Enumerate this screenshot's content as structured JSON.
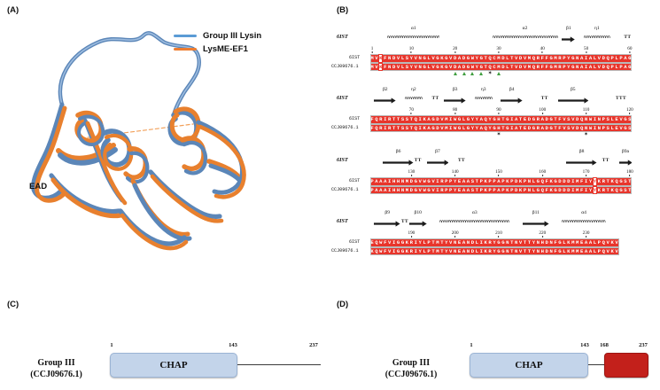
{
  "panels": {
    "a": {
      "label": "(A)"
    },
    "b": {
      "label": "(B)"
    },
    "c": {
      "label": "(C)"
    },
    "d": {
      "label": "(D)"
    }
  },
  "structure": {
    "legend": [
      {
        "name": "Group III Lysin",
        "color": "#5b9bd5"
      },
      {
        "name": "LysME-EF1",
        "color": "#ed7d31"
      }
    ],
    "annotation": "EAD"
  },
  "alignment": {
    "ref_name": "6IST",
    "seq_names": [
      "6IST",
      "CCJ09676.1"
    ],
    "blocks": [
      {
        "start": 1,
        "ticks": [
          1,
          10,
          20,
          30,
          40,
          50,
          60
        ],
        "seq1": "MVKFNDVLSYVNGLVGKGVDADGWYGTQCMDLTVDVMQRFFGMRPYGNAIALVDQPLPAG",
        "seq2": "MVKFNDVLSYVNGLVGKGVDADGWYGTQCMDLTVDVMQRFFGMRPYGNAIALVDQPLPAG",
        "white_cols": [
          3
        ],
        "ss": [
          {
            "type": "helix",
            "tag": "α1",
            "from": 5,
            "to": 16
          },
          {
            "type": "helix",
            "tag": "α2",
            "from": 29,
            "to": 43
          },
          {
            "type": "arrow",
            "tag": "β1",
            "from": 45,
            "to": 47
          },
          {
            "type": "helix",
            "tag": "η1",
            "from": 50,
            "to": 55
          },
          {
            "type": "tt",
            "tag": "TT",
            "from": 59,
            "to": 60
          }
        ],
        "triangles": [
          20,
          22,
          24,
          26,
          30
        ],
        "stars": [
          28
        ]
      },
      {
        "start": 61,
        "ticks": [
          70,
          80,
          90,
          100,
          110,
          120
        ],
        "seq1": "FQRIRTTSSTQIKAGDVMIWGLGYYAQYGHTGIATEDGRADGTFVSVDQNWINPSLEVGS",
        "seq2": "FQRIRTTSSTQIKAGDVMIWGLGYYAQYGHTGIATEDGRADGTFVSVDQNWINPSLEVGS",
        "white_cols": [],
        "ss": [
          {
            "type": "arrow",
            "tag": "β2",
            "from": 62,
            "to": 66
          },
          {
            "type": "helix",
            "tag": "η2",
            "from": 69,
            "to": 72
          },
          {
            "type": "tt",
            "tag": "TT",
            "from": 75,
            "to": 76
          },
          {
            "type": "arrow",
            "tag": "β3",
            "from": 78,
            "to": 82
          },
          {
            "type": "helix",
            "tag": "η3",
            "from": 85,
            "to": 88
          },
          {
            "type": "arrow",
            "tag": "β4",
            "from": 91,
            "to": 95
          },
          {
            "type": "tt",
            "tag": "TT",
            "from": 100,
            "to": 101
          },
          {
            "type": "arrow",
            "tag": "β5",
            "from": 104,
            "to": 110
          },
          {
            "type": "tt",
            "tag": "TTT",
            "from": 117,
            "to": 119
          }
        ],
        "triangles": [],
        "stars": [
          90,
          110
        ]
      },
      {
        "start": 121,
        "ticks": [
          130,
          140,
          150,
          160,
          170,
          180
        ],
        "seq1": "PAAAIHHNMDGVWGVIRPPYEAASTPKPPAPKPDKPNLGQFKGDDDIMFIYYKRTKQGST",
        "seq2": "PAAAIHHNMDGVWGVIRPPYEAASTPKPPAPKPDKPNLGQFKGDDDIMFIYYKRTKQGST",
        "white_cols": [
          52
        ],
        "ss": [
          {
            "type": "arrow",
            "tag": "β6",
            "from": 124,
            "to": 130
          },
          {
            "type": "tt",
            "tag": "TT",
            "from": 131,
            "to": 132
          },
          {
            "type": "arrow",
            "tag": "β7",
            "from": 134,
            "to": 138
          },
          {
            "type": "tt",
            "tag": "TT",
            "from": 141,
            "to": 142
          },
          {
            "type": "arrow",
            "tag": "β8",
            "from": 166,
            "to": 172
          },
          {
            "type": "tt",
            "tag": "TT",
            "from": 174,
            "to": 175
          },
          {
            "type": "arrow",
            "tag": "β9a",
            "from": 178,
            "to": 180
          }
        ],
        "triangles": [],
        "stars": []
      },
      {
        "start": 181,
        "ticks": [
          190,
          200,
          210,
          220,
          230
        ],
        "seq1": "EQWFVIGGKRIYLPTMTYVNEANDLIKRYGGNTNVTTYNHDNFGLKMMEAALPQVKV",
        "seq2": "KQWFVIGGKRIYLPTMTYVNEANDLIKRYGGNTNVTTYNHDNFGLKMMEAALPQVKV",
        "white_cols": [],
        "ss": [
          {
            "type": "arrow",
            "tag": "β9",
            "from": 182,
            "to": 187
          },
          {
            "type": "tt",
            "tag": "TT",
            "from": 188,
            "to": 189
          },
          {
            "type": "arrow",
            "tag": "β10",
            "from": 190,
            "to": 193
          },
          {
            "type": "helix",
            "tag": "α3",
            "from": 197,
            "to": 212
          },
          {
            "type": "arrow",
            "tag": "β11",
            "from": 216,
            "to": 221
          },
          {
            "type": "helix",
            "tag": "α4",
            "from": 225,
            "to": 234
          }
        ],
        "triangles": [],
        "stars": []
      }
    ]
  },
  "domain_c": {
    "group_label": "Group III",
    "accession": "(CCJ09676.1)",
    "domain_name": "CHAP",
    "numbers": [
      "1",
      "143",
      "237"
    ],
    "domain_color": "#c3d4ea"
  },
  "domain_d": {
    "group_label": "Group III",
    "accession": "(CCJ09676.1)",
    "domain_name": "CHAP",
    "numbers": [
      "1",
      "143",
      "168",
      "237"
    ],
    "domain_color": "#c3d4ea",
    "cbd_color": "#c3201b"
  }
}
